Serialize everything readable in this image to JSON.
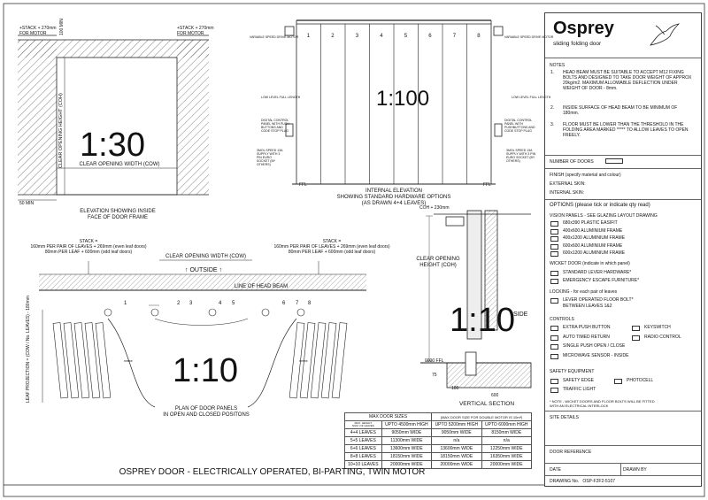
{
  "title_block": {
    "brand": "Osprey",
    "brand_sub": "sliding folding door",
    "notes_heading": "NOTES",
    "notes": [
      {
        "num": "1.",
        "text": "HEAD BEAM MUST BE SUITABLE TO ACCEPT M12 FIXING BOLTS AND DESIGNED TO TAKE DOOR WEIGHT OF APPROX 20kg/m2. MAXIMUM ALLOWABLE DEFLECTION UNDER WEIGHT OF DOOR - 8mm."
      },
      {
        "num": "2.",
        "text": "INSIDE SURFACE OF HEAD BEAM TO BE MINIMUM OF 180mm."
      },
      {
        "num": "3.",
        "text": "FLOOR MUST BE LOWER THAN THE THRESHOLD IN THE FOLDING AREA MARKED ***** TO ALLOW LEAVES TO OPEN FREELY."
      }
    ],
    "number_of_doors": "NUMBER OF DOORS",
    "finish": "FINISH (specify material and colour)",
    "external_skin": "EXTERNAL SKIN:",
    "internal_skin": "INTERNAL SKIN:",
    "options_heading": "OPTIONS (please tick or indicate qty read)",
    "vision_heading": "VISION PANELS - SEE GLAZING LAYOUT DRAWING",
    "vision_items": [
      "680x390 PLASTIC EASIFIT",
      "400x600 ALUMINIUM FRAME",
      "400x1200 ALUMINIUM FRAME",
      "600x600 ALUMINIUM FRAME",
      "600x1200 ALUMINIUM FRAME"
    ],
    "wicket_heading": "WICKET DOOR (indicate in which panel)",
    "wicket_items": [
      "STANDARD LEVER HARDWARE*",
      "EMERGENCY ESCAPE FURNITURE*"
    ],
    "locking_heading": "LOCKING - for each pair of leaves",
    "locking_item_1": "LEVER OPERATED FLOOR BOLT*",
    "locking_item_2": "BETWEEN LEAVES 1&2",
    "controls_heading": "CONTROLS",
    "controls_left": [
      "EXTRA PUSH BUTTON",
      "AUTO TIMED RETURN",
      "SINGLE PUSH OPEN / CLOSE",
      "MICROWAVE SENSOR - INSIDE"
    ],
    "controls_right": [
      "KEYSWITCH",
      "RADIO CONTROL"
    ],
    "safety_heading": "SAFETY EQUIPMENT",
    "safety_left": [
      "SAFETY EDGE",
      "TRAFFIC LIGHT"
    ],
    "safety_right": [
      "PHOTOCELL"
    ],
    "footnote_1": "* NOTE - WICKET DOORS AND FLOOR BOLTS WILL BE FITTED",
    "footnote_2": "WITH AN ELECTRICAL INTERLOCK",
    "site_details": "SITE DETAILS",
    "door_reference": "DOOR REFERENCE",
    "date": "DATE",
    "drawn_by": "DRAWN BY",
    "drawing_no_label": "DRAWING No.",
    "drawing_no": "OSP-F2F2-5107"
  },
  "drawing": {
    "elevation_inside": {
      "scale": "1:30",
      "stack_left_1": "+STACK + 270mm",
      "stack_left_2": "FOR MOTOR",
      "stack_right_1": "+STACK + 270mm",
      "stack_right_2": "FOR MOTOR",
      "dim_100": "100 MIN",
      "dim_50": "50 MIN",
      "coh": "CLEAR OPENING HEIGHT (COH)",
      "cow": "CLEAR OPENING WIDTH (COW)",
      "caption_1": "ELEVATION SHOWING INSIDE",
      "caption_2": "FACE OF DOOR FRAME"
    },
    "internal_elevation": {
      "scale": "1:100",
      "leaf_numbers": [
        "1",
        "2",
        "3",
        "4",
        "5",
        "6",
        "7",
        "8"
      ],
      "ffl_left": "FFL",
      "ffl_right": "FFL",
      "label_l1": "VARIABLE SPEED DRIVE MOTOR",
      "label_l2": "LOW LEVEL FULL LENGTH",
      "label_l3": "DIGITAL CONTROL PANEL WITH PUSH BUTTONS AND CODE STOP PLUG",
      "label_l4": "3MOL SPEED 13A SUPPLY WITH 3 PIN EURO SOCKET (BY OTHERS)",
      "label_r1": "VARIABLE SPEED DRIVE MOTOR",
      "label_r2": "LOW LEVEL FULL LENGTH",
      "label_r3": "DIGITAL CONTROL PANEL WITH PUSHBUTTONS AND CODE STOP PLUG",
      "label_r4": "3MOL SPEED 13A SUPPLY WITH 3 PIN EURO SOCKET (BY OTHERS)",
      "caption_1": "INTERNAL ELEVATION",
      "caption_2": "SHOWING STANDARD HARDWARE OPTIONS",
      "caption_3": "(AS DRAWN 4+4 LEAVES)"
    },
    "plan": {
      "scale": "1:10",
      "stack_l1": "STACK =",
      "stack_l2": "160mm PER PAIR OF LEAVES + 269mm (even leaf doors)",
      "stack_l3": "80mm PER LEAF + 600mm (odd leaf doors)",
      "stack_r1": "STACK =",
      "stack_r2": "160mm PER PAIR OF LEAVES + 269mm (even leaf doors)",
      "stack_r3": "80mm PER LEAF + 600mm (odd leaf doors)",
      "cow": "CLEAR OPENING WIDTH (COW)",
      "outside": "OUTSIDE",
      "head_beam": "LINE OF HEAD BEAM",
      "leaf_numbers": [
        "1",
        "2",
        "3",
        "4",
        "5",
        "6",
        "7",
        "8"
      ],
      "stars": "*****",
      "projection": "LEAF PROJECTION = (COW / No. LEAVES) - 180mm",
      "caption_1": "PLAN OF DOOR PANELS",
      "caption_2": "IN OPEN AND CLOSED POSITONS"
    },
    "vertical_section": {
      "scale": "1:10",
      "coh_230": "COH + 230mm",
      "coh_1": "CLEAR OPENING",
      "coh_2": "HEIGHT (COH)",
      "side": "SIDE",
      "ffl": "0000 FFL",
      "d75": "75",
      "d100": "100",
      "d600": "600",
      "caption": "VERTICAL SECTION"
    },
    "door_sizes": {
      "title": "MAX DOOR SIZES",
      "subtitle": "(MAX DOOR SIZE FOR DOUBLE MOTOR IS 10m²)",
      "corner_top": "MAX. HEIGHT",
      "corner_bottom": "NUM. OF LEAVES",
      "columns": [
        "UPTO 4500mm HIGH",
        "UPTO 5200mm HIGH",
        "UPTO 6000mm HIGH"
      ],
      "rows": [
        {
          "leaves": "4+4 LEAVES",
          "cells": [
            "9050mm WIDE",
            "9050mm WIDE",
            "8150mm WIDE"
          ]
        },
        {
          "leaves": "5+5 LEAVES",
          "cells": [
            "11300mm WIDE",
            "n/a",
            "n/a"
          ]
        },
        {
          "leaves": "6+6 LEAVES",
          "cells": [
            "13600mm WIDE",
            "13600mm WIDE",
            "12250mm WIDE"
          ]
        },
        {
          "leaves": "8+8 LEAVES",
          "cells": [
            "18150mm WIDE",
            "18150mm WIDE",
            "16350mm WIDE"
          ]
        },
        {
          "leaves": "10+10 LEAVES",
          "cells": [
            "20000mm WIDE",
            "20000mm WIDE",
            "20000mm WIDE"
          ]
        }
      ]
    },
    "footer_title": "OSPREY DOOR - ELECTRICALLY OPERATED, BI-PARTING, TWIN MOTOR"
  }
}
